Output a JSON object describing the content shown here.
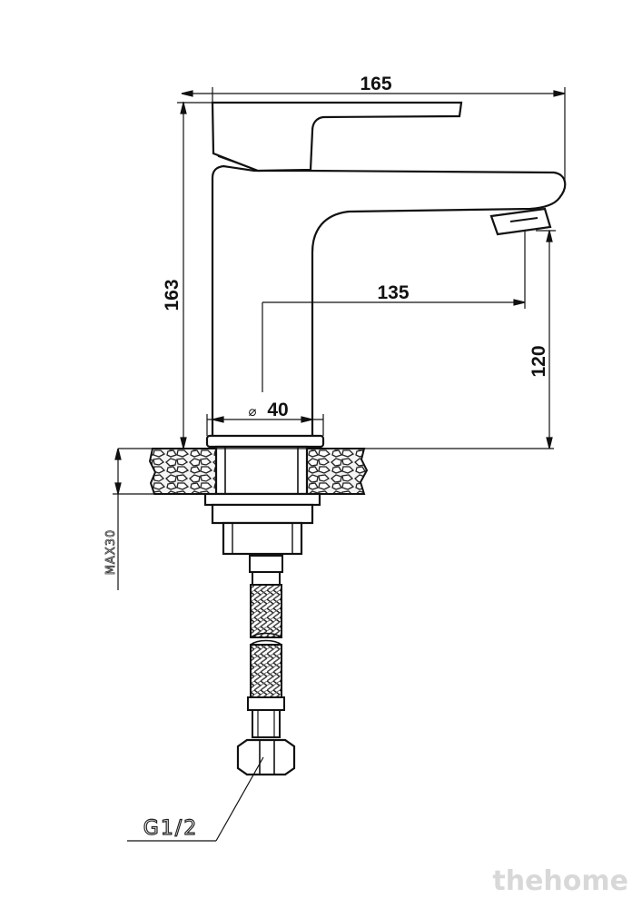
{
  "dimensions": {
    "total_length": "165",
    "total_height": "163",
    "spout_reach": "135",
    "spout_height": "120",
    "body_diameter": "40",
    "diameter_symbol": "⌀"
  },
  "annotations": {
    "max_thickness": "MAX30",
    "thread": "G1/2"
  },
  "watermark": "thehome"
}
